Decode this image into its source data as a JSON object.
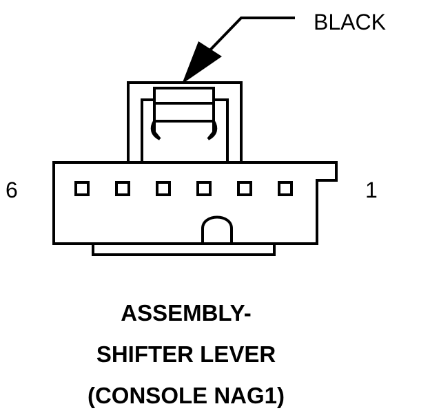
{
  "diagram": {
    "color_label": "BLACK",
    "pin_left_label": "6",
    "pin_right_label": "1",
    "pin_count": 6,
    "title_lines": [
      "ASSEMBLY-",
      "SHIFTER LEVER",
      "(CONSOLE NAG1)"
    ],
    "line_color": "#000000",
    "background": "#ffffff"
  }
}
